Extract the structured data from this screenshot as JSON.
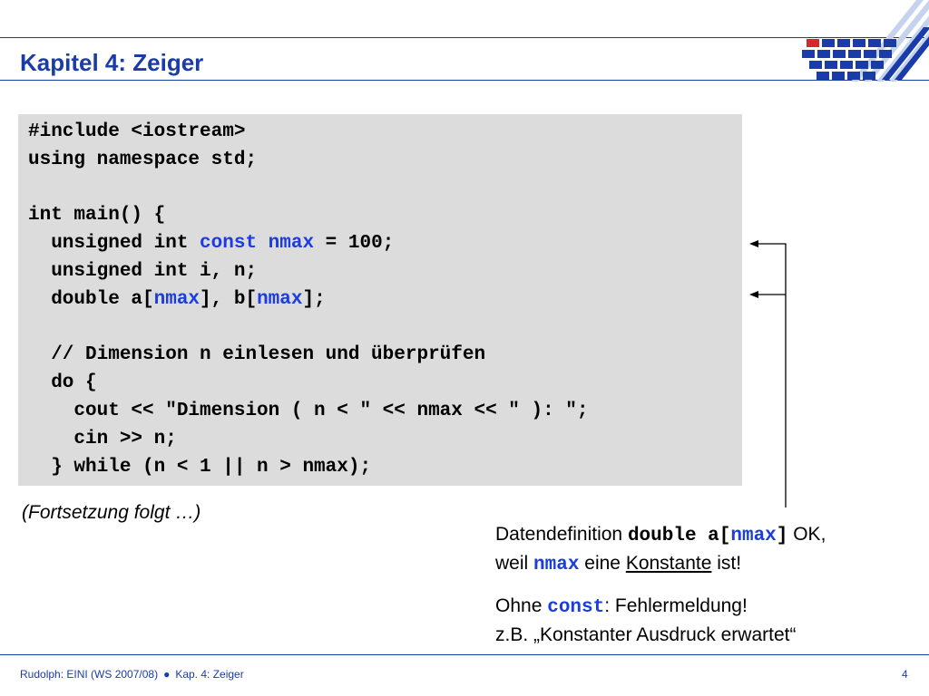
{
  "slide": {
    "title": "Kapitel 4: Zeiger",
    "code": {
      "line1": "#include <iostream>",
      "line2": "using namespace std;",
      "line4": "int main() {",
      "line5_pre": "  unsigned int ",
      "line5_kw": "const nmax",
      "line5_post": " = 100;",
      "line6": "  unsigned int i, n;",
      "line7_a": "  double a[",
      "line7_b": "nmax",
      "line7_c": "], b[",
      "line7_d": "nmax",
      "line7_e": "];",
      "line9": "  // Dimension n einlesen und überprüfen",
      "line10": "  do {",
      "line11": "    cout << \"Dimension ( n < \" << nmax << \" ): \";",
      "line12": "    cin >> n;",
      "line13": "  } while (n < 1 || n > nmax);"
    },
    "continuation": "(Fortsetzung folgt …)",
    "note1": {
      "t1": "Datendefinition ",
      "c1": "double a[",
      "c2": "nmax",
      "c3": "]",
      "t2": " OK,",
      "t3": "weil ",
      "c4": "nmax",
      "t4": " eine ",
      "t5": "Konstante",
      "t6": " ist!"
    },
    "note2": {
      "t1": "Ohne ",
      "c1": "const",
      "t2": ": Fehlermeldung!",
      "t3": "z.B. „Konstanter Ausdruck erwartet“"
    }
  },
  "footer": {
    "course": "Rudolph: EINI (WS 2007/08)",
    "separator": "●",
    "chapter": "Kap. 4: Zeiger",
    "page": "4"
  },
  "colors": {
    "accent": "#1a3ca8",
    "code_highlight": "#1a3ce0",
    "code_background": "#dcdcdc",
    "logo_red": "#d62828"
  },
  "icons": {
    "logo": "university-logo-icon",
    "arrows": "bracket-arrows-icon"
  }
}
